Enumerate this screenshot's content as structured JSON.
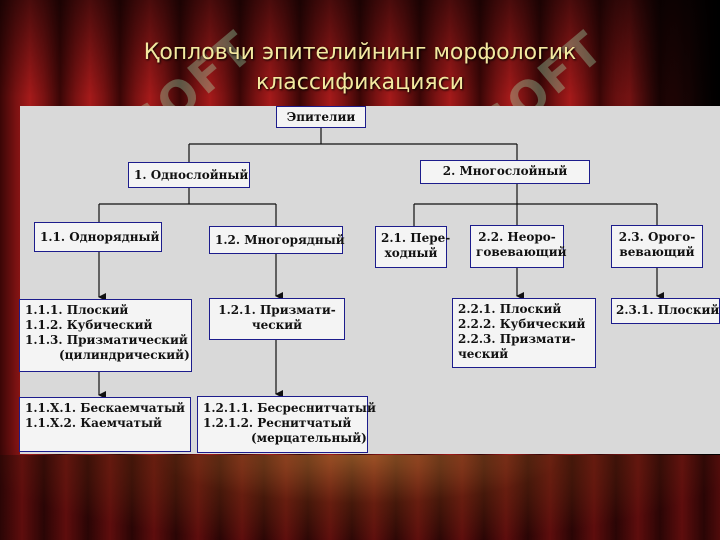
{
  "title": {
    "line1": "Қопловчи эпителийнинг морфологик",
    "line2": "классификацияси"
  },
  "watermark": "SOFT",
  "colors": {
    "title_text": "#f3e9a0",
    "panel_background": "#d9d9d9",
    "node_border": "#1c1c8c",
    "curtain": "#8b1414",
    "watermark": "#aaffc8"
  },
  "diagram": {
    "root": "Эпителии",
    "single_layer": "1. Однослойный",
    "multi_layer": "2. Многослойный",
    "single_row": "1.1. Однорядный",
    "multi_row": "1.2. Многорядный",
    "transitional": [
      "2.1. Пере-",
      "ходный"
    ],
    "non_keratinizing": [
      "2.2. Неоро-",
      "говевающий"
    ],
    "keratinizing": [
      "2.3. Орого-",
      "вевающий"
    ],
    "single_row_types": [
      "1.1.1. Плоский",
      "1.1.2. Кубический",
      "1.1.3. Призматический",
      "(цилиндрический)"
    ],
    "multi_row_types": [
      "1.2.1. Призмати-",
      "ческий"
    ],
    "non_keratinizing_types": [
      "2.2.1. Плоский",
      "2.2.2. Кубический",
      "2.2.3. Призмати-",
      "ческий"
    ],
    "keratinizing_types": [
      "2.3.1. Плоский"
    ],
    "prismatic_single_types": [
      "1.1.X.1. Бескаемчатый",
      "1.1.X.2. Каемчатый"
    ],
    "prismatic_multi_types": [
      "1.2.1.1. Бесреснитчатый",
      "1.2.1.2. Реснитчатый",
      "(мерцательный)"
    ]
  }
}
